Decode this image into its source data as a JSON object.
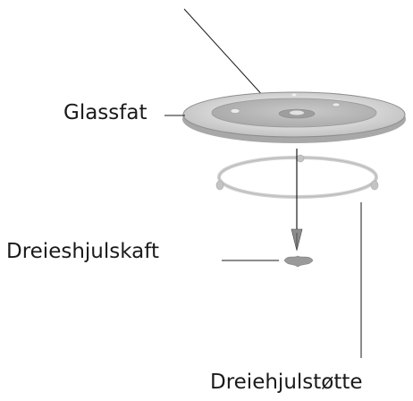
{
  "labels": {
    "glass_tray": "Glassfat",
    "turntable_shaft": "Dreieshjulskaft",
    "turntable_support": "Dreiehjulstøtte"
  },
  "colors": {
    "line": "#1a1a1a",
    "tray_fill": "#c8c8c8",
    "tray_inner": "#b5b5b5",
    "ring": "#d0d0d0"
  }
}
